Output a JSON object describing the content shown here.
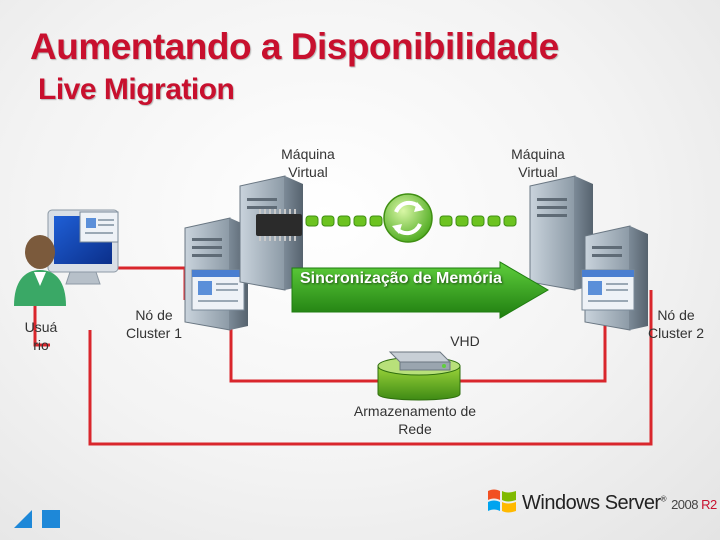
{
  "slide": {
    "title": "Aumentando a Disponibilidade",
    "subtitle": "Live Migration"
  },
  "labels": {
    "vm_left": "Máquina Virtual",
    "vm_right": "Máquina Virtual",
    "user": "Usuá rio",
    "node1": "Nó de Cluster 1",
    "node2": "Nó de Cluster 2",
    "sync_arrow": "Sincronização de Memória",
    "vhd": "VHD",
    "storage": "Armazenamento de Rede"
  },
  "logo": {
    "brand": "Windows Server",
    "version": "2008",
    "edition": "R2"
  },
  "colors": {
    "title": "#c8102e",
    "connector": "#d9262c",
    "arrow": "#2e9e1a",
    "dots": "#6cc320"
  }
}
